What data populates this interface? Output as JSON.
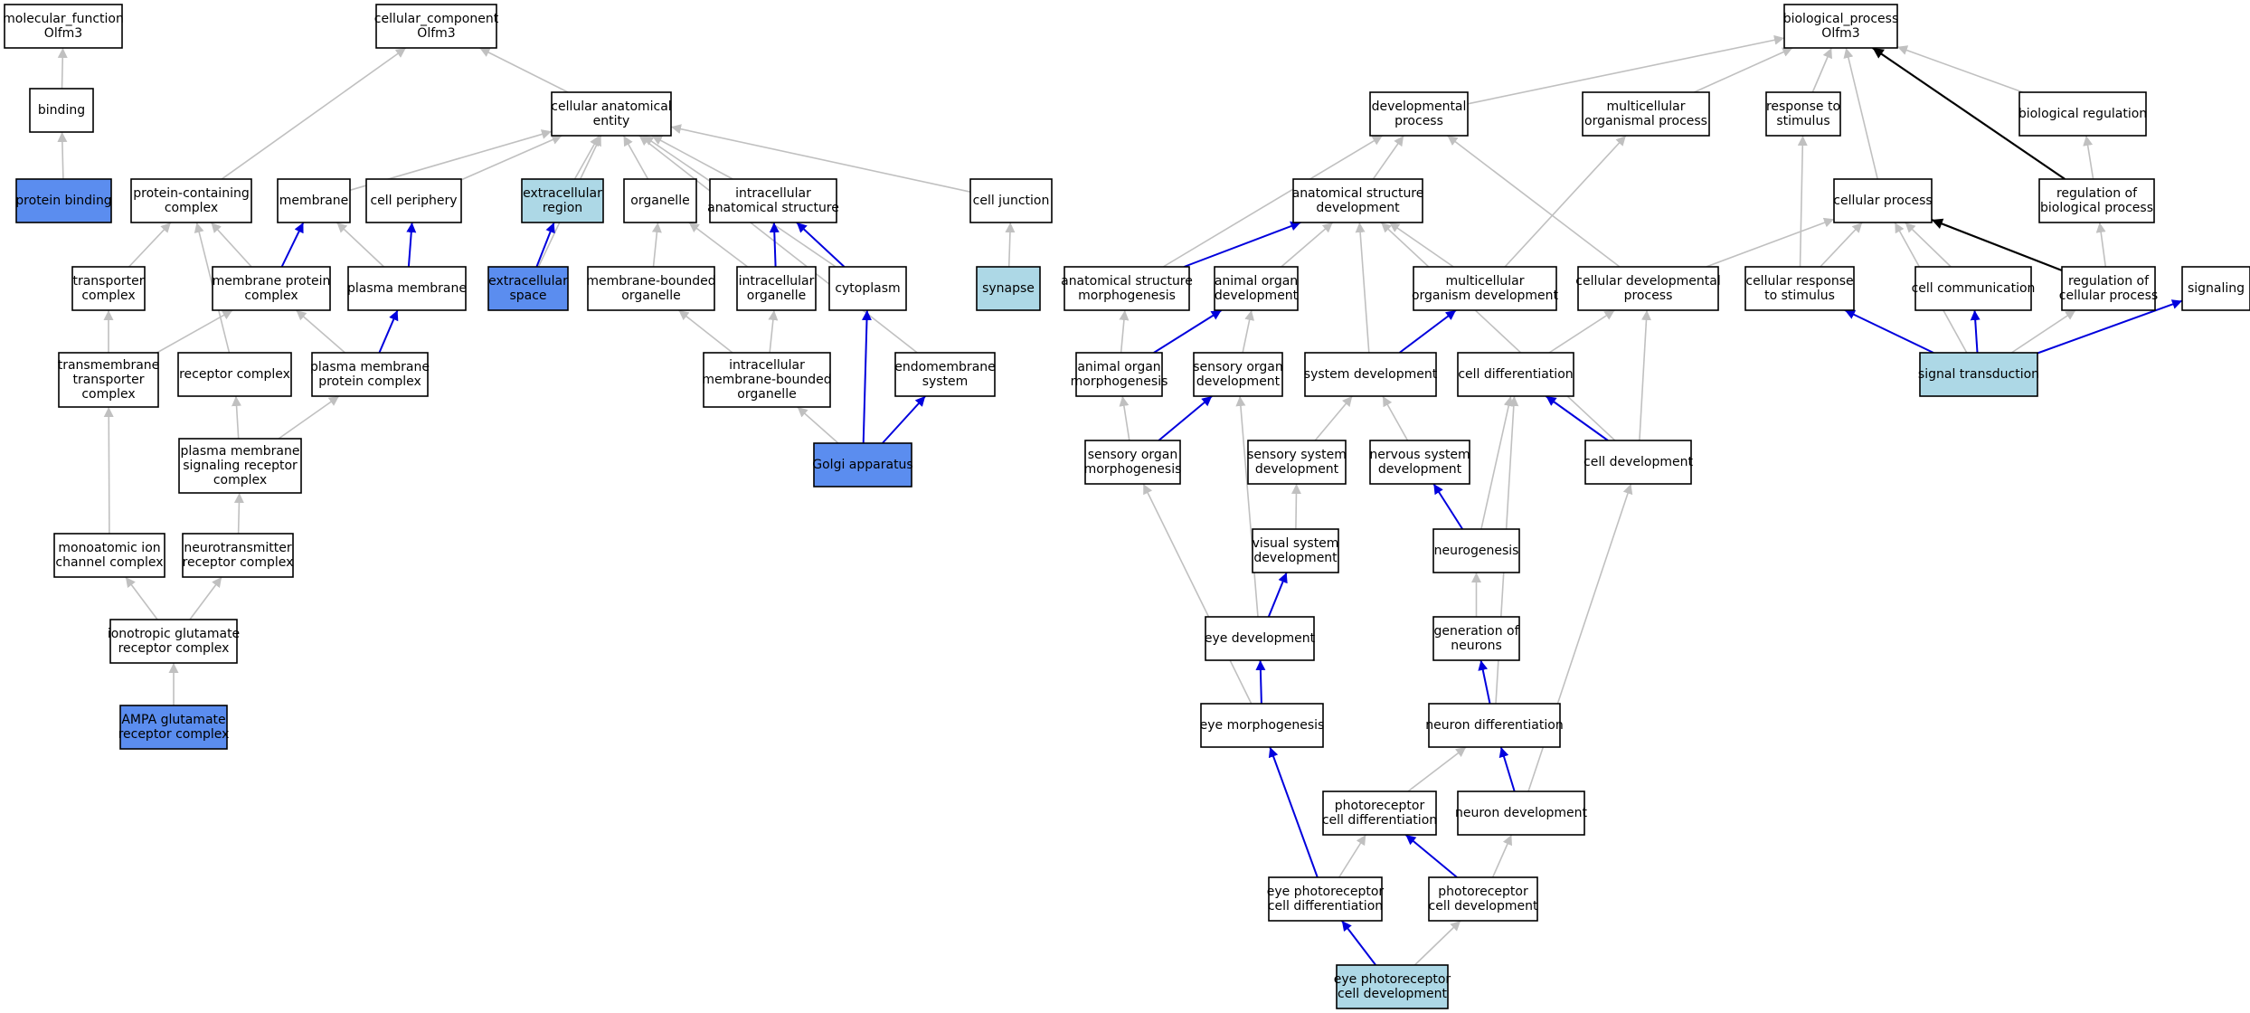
{
  "colors": {
    "plain": "#ffffff",
    "query": "#5b8def",
    "related": "#add8e6",
    "edge_gray": "#c0c0c0",
    "edge_blue": "#0000dd",
    "edge_black": "#000000"
  },
  "nodes": [
    {
      "id": "mf",
      "lines": [
        "molecular_function",
        "Olfm3"
      ],
      "fill": "plain"
    },
    {
      "id": "binding",
      "lines": [
        "binding"
      ],
      "fill": "plain"
    },
    {
      "id": "protein_binding",
      "lines": [
        "protein binding"
      ],
      "fill": "query"
    },
    {
      "id": "cc",
      "lines": [
        "cellular_component",
        "Olfm3"
      ],
      "fill": "plain"
    },
    {
      "id": "cae",
      "lines": [
        "cellular anatomical",
        "entity"
      ],
      "fill": "plain"
    },
    {
      "id": "pcc",
      "lines": [
        "protein-containing",
        "complex"
      ],
      "fill": "plain"
    },
    {
      "id": "membrane",
      "lines": [
        "membrane"
      ],
      "fill": "plain"
    },
    {
      "id": "cell_periphery",
      "lines": [
        "cell periphery"
      ],
      "fill": "plain"
    },
    {
      "id": "extracellular_region",
      "lines": [
        "extracellular",
        "region"
      ],
      "fill": "related"
    },
    {
      "id": "organelle",
      "lines": [
        "organelle"
      ],
      "fill": "plain"
    },
    {
      "id": "ias",
      "lines": [
        "intracellular",
        "anatomical structure"
      ],
      "fill": "plain"
    },
    {
      "id": "cell_junction",
      "lines": [
        "cell junction"
      ],
      "fill": "plain"
    },
    {
      "id": "transporter_complex",
      "lines": [
        "transporter",
        "complex"
      ],
      "fill": "plain"
    },
    {
      "id": "mpc",
      "lines": [
        "membrane protein",
        "complex"
      ],
      "fill": "plain"
    },
    {
      "id": "plasma_membrane",
      "lines": [
        "plasma membrane"
      ],
      "fill": "plain"
    },
    {
      "id": "extracellular_space",
      "lines": [
        "extracellular",
        "space"
      ],
      "fill": "query"
    },
    {
      "id": "mbo",
      "lines": [
        "membrane-bounded",
        "organelle"
      ],
      "fill": "plain"
    },
    {
      "id": "io",
      "lines": [
        "intracellular",
        "organelle"
      ],
      "fill": "plain"
    },
    {
      "id": "cytoplasm",
      "lines": [
        "cytoplasm"
      ],
      "fill": "plain"
    },
    {
      "id": "synapse",
      "lines": [
        "synapse"
      ],
      "fill": "related"
    },
    {
      "id": "ttc",
      "lines": [
        "transmembrane",
        "transporter",
        "complex"
      ],
      "fill": "plain"
    },
    {
      "id": "receptor_complex",
      "lines": [
        "receptor complex"
      ],
      "fill": "plain"
    },
    {
      "id": "pmpc",
      "lines": [
        "plasma membrane",
        "protein complex"
      ],
      "fill": "plain"
    },
    {
      "id": "imbo",
      "lines": [
        "intracellular",
        "membrane-bounded",
        "organelle"
      ],
      "fill": "plain"
    },
    {
      "id": "endomembrane",
      "lines": [
        "endomembrane",
        "system"
      ],
      "fill": "plain"
    },
    {
      "id": "pmsrc",
      "lines": [
        "plasma membrane",
        "signaling receptor",
        "complex"
      ],
      "fill": "plain"
    },
    {
      "id": "golgi",
      "lines": [
        "Golgi apparatus"
      ],
      "fill": "query"
    },
    {
      "id": "micc",
      "lines": [
        "monoatomic ion",
        "channel complex"
      ],
      "fill": "plain"
    },
    {
      "id": "nrc",
      "lines": [
        "neurotransmitter",
        "receptor complex"
      ],
      "fill": "plain"
    },
    {
      "id": "igrc",
      "lines": [
        "ionotropic glutamate",
        "receptor complex"
      ],
      "fill": "plain"
    },
    {
      "id": "ampa",
      "lines": [
        "AMPA glutamate",
        "receptor complex"
      ],
      "fill": "query"
    },
    {
      "id": "bp",
      "lines": [
        "biological_process",
        "Olfm3"
      ],
      "fill": "plain"
    },
    {
      "id": "dev_process",
      "lines": [
        "developmental",
        "process"
      ],
      "fill": "plain"
    },
    {
      "id": "mop",
      "lines": [
        "multicellular",
        "organismal process"
      ],
      "fill": "plain"
    },
    {
      "id": "rts",
      "lines": [
        "response to",
        "stimulus"
      ],
      "fill": "plain"
    },
    {
      "id": "bio_reg",
      "lines": [
        "biological regulation"
      ],
      "fill": "plain"
    },
    {
      "id": "asd",
      "lines": [
        "anatomical structure",
        "development"
      ],
      "fill": "plain"
    },
    {
      "id": "cell_process",
      "lines": [
        "cellular process"
      ],
      "fill": "plain"
    },
    {
      "id": "rbp",
      "lines": [
        "regulation of",
        "biological process"
      ],
      "fill": "plain"
    },
    {
      "id": "asm",
      "lines": [
        "anatomical structure",
        "morphogenesis"
      ],
      "fill": "plain"
    },
    {
      "id": "aod",
      "lines": [
        "animal organ",
        "development"
      ],
      "fill": "plain"
    },
    {
      "id": "mod",
      "lines": [
        "multicellular",
        "organism development"
      ],
      "fill": "plain"
    },
    {
      "id": "cdp",
      "lines": [
        "cellular developmental",
        "process"
      ],
      "fill": "plain"
    },
    {
      "id": "crs",
      "lines": [
        "cellular response",
        "to stimulus"
      ],
      "fill": "plain"
    },
    {
      "id": "cell_comm",
      "lines": [
        "cell communication"
      ],
      "fill": "plain"
    },
    {
      "id": "rcp",
      "lines": [
        "regulation of",
        "cellular process"
      ],
      "fill": "plain"
    },
    {
      "id": "signaling",
      "lines": [
        "signaling"
      ],
      "fill": "plain"
    },
    {
      "id": "aom",
      "lines": [
        "animal organ",
        "morphogenesis"
      ],
      "fill": "plain"
    },
    {
      "id": "sod",
      "lines": [
        "sensory organ",
        "development"
      ],
      "fill": "plain"
    },
    {
      "id": "sys_dev",
      "lines": [
        "system development"
      ],
      "fill": "plain"
    },
    {
      "id": "cell_diff",
      "lines": [
        "cell differentiation"
      ],
      "fill": "plain"
    },
    {
      "id": "sig_trans",
      "lines": [
        "signal transduction"
      ],
      "fill": "related"
    },
    {
      "id": "som",
      "lines": [
        "sensory organ",
        "morphogenesis"
      ],
      "fill": "plain"
    },
    {
      "id": "ssd",
      "lines": [
        "sensory system",
        "development"
      ],
      "fill": "plain"
    },
    {
      "id": "nsd",
      "lines": [
        "nervous system",
        "development"
      ],
      "fill": "plain"
    },
    {
      "id": "cell_dev",
      "lines": [
        "cell development"
      ],
      "fill": "plain"
    },
    {
      "id": "vsd",
      "lines": [
        "visual system",
        "development"
      ],
      "fill": "plain"
    },
    {
      "id": "neurogenesis",
      "lines": [
        "neurogenesis"
      ],
      "fill": "plain"
    },
    {
      "id": "eye_dev",
      "lines": [
        "eye development"
      ],
      "fill": "plain"
    },
    {
      "id": "gen_neurons",
      "lines": [
        "generation of",
        "neurons"
      ],
      "fill": "plain"
    },
    {
      "id": "eye_morph",
      "lines": [
        "eye morphogenesis"
      ],
      "fill": "plain"
    },
    {
      "id": "neuron_diff",
      "lines": [
        "neuron differentiation"
      ],
      "fill": "plain"
    },
    {
      "id": "pcd",
      "lines": [
        "photoreceptor",
        "cell differentiation"
      ],
      "fill": "plain"
    },
    {
      "id": "neuron_dev",
      "lines": [
        "neuron development"
      ],
      "fill": "plain"
    },
    {
      "id": "epcd",
      "lines": [
        "eye photoreceptor",
        "cell differentiation"
      ],
      "fill": "plain"
    },
    {
      "id": "pcdev",
      "lines": [
        "photoreceptor",
        "cell development"
      ],
      "fill": "plain"
    },
    {
      "id": "epcdev",
      "lines": [
        "eye photoreceptor",
        "cell development"
      ],
      "fill": "related"
    }
  ],
  "edges": [
    {
      "from": "binding",
      "to": "mf",
      "style": "gray"
    },
    {
      "from": "protein_binding",
      "to": "binding",
      "style": "gray"
    },
    {
      "from": "cae",
      "to": "cc",
      "style": "gray"
    },
    {
      "from": "pcc",
      "to": "cc",
      "style": "gray"
    },
    {
      "from": "membrane",
      "to": "cae",
      "style": "gray"
    },
    {
      "from": "cell_periphery",
      "to": "cae",
      "style": "gray"
    },
    {
      "from": "extracellular_region",
      "to": "cae",
      "style": "gray"
    },
    {
      "from": "extracellular_space",
      "to": "cae",
      "style": "gray"
    },
    {
      "from": "organelle",
      "to": "cae",
      "style": "gray"
    },
    {
      "from": "ias",
      "to": "cae",
      "style": "gray"
    },
    {
      "from": "cytoplasm",
      "to": "cae",
      "style": "gray"
    },
    {
      "from": "endomembrane",
      "to": "cae",
      "style": "gray"
    },
    {
      "from": "cell_junction",
      "to": "cae",
      "style": "gray"
    },
    {
      "from": "transporter_complex",
      "to": "pcc",
      "style": "gray"
    },
    {
      "from": "mpc",
      "to": "pcc",
      "style": "gray"
    },
    {
      "from": "receptor_complex",
      "to": "pcc",
      "style": "gray"
    },
    {
      "from": "mpc",
      "to": "membrane",
      "style": "blue"
    },
    {
      "from": "plasma_membrane",
      "to": "membrane",
      "style": "gray"
    },
    {
      "from": "plasma_membrane",
      "to": "cell_periphery",
      "style": "blue"
    },
    {
      "from": "extracellular_space",
      "to": "extracellular_region",
      "style": "blue"
    },
    {
      "from": "mbo",
      "to": "organelle",
      "style": "gray"
    },
    {
      "from": "io",
      "to": "organelle",
      "style": "gray"
    },
    {
      "from": "io",
      "to": "ias",
      "style": "blue"
    },
    {
      "from": "cytoplasm",
      "to": "ias",
      "style": "blue"
    },
    {
      "from": "synapse",
      "to": "cell_junction",
      "style": "gray"
    },
    {
      "from": "ttc",
      "to": "transporter_complex",
      "style": "gray"
    },
    {
      "from": "ttc",
      "to": "mpc",
      "style": "gray"
    },
    {
      "from": "pmpc",
      "to": "mpc",
      "style": "gray"
    },
    {
      "from": "pmpc",
      "to": "plasma_membrane",
      "style": "blue"
    },
    {
      "from": "imbo",
      "to": "mbo",
      "style": "gray"
    },
    {
      "from": "imbo",
      "to": "io",
      "style": "gray"
    },
    {
      "from": "pmsrc",
      "to": "receptor_complex",
      "style": "gray"
    },
    {
      "from": "pmsrc",
      "to": "pmpc",
      "style": "gray"
    },
    {
      "from": "golgi",
      "to": "imbo",
      "style": "gray"
    },
    {
      "from": "golgi",
      "to": "cytoplasm",
      "style": "blue"
    },
    {
      "from": "golgi",
      "to": "endomembrane",
      "style": "blue"
    },
    {
      "from": "micc",
      "to": "ttc",
      "style": "gray"
    },
    {
      "from": "nrc",
      "to": "pmsrc",
      "style": "gray"
    },
    {
      "from": "igrc",
      "to": "micc",
      "style": "gray"
    },
    {
      "from": "igrc",
      "to": "nrc",
      "style": "gray"
    },
    {
      "from": "ampa",
      "to": "igrc",
      "style": "gray"
    },
    {
      "from": "dev_process",
      "to": "bp",
      "style": "gray"
    },
    {
      "from": "mop",
      "to": "bp",
      "style": "gray"
    },
    {
      "from": "rts",
      "to": "bp",
      "style": "gray"
    },
    {
      "from": "cell_process",
      "to": "bp",
      "style": "gray"
    },
    {
      "from": "bio_reg",
      "to": "bp",
      "style": "gray"
    },
    {
      "from": "rbp",
      "to": "bp",
      "style": "black"
    },
    {
      "from": "asd",
      "to": "dev_process",
      "style": "gray"
    },
    {
      "from": "asm",
      "to": "dev_process",
      "style": "gray"
    },
    {
      "from": "cdp",
      "to": "dev_process",
      "style": "gray"
    },
    {
      "from": "mod",
      "to": "mop",
      "style": "gray"
    },
    {
      "from": "crs",
      "to": "rts",
      "style": "gray"
    },
    {
      "from": "rbp",
      "to": "bio_reg",
      "style": "gray"
    },
    {
      "from": "asm",
      "to": "asd",
      "style": "blue"
    },
    {
      "from": "aod",
      "to": "asd",
      "style": "gray"
    },
    {
      "from": "mod",
      "to": "asd",
      "style": "gray"
    },
    {
      "from": "sys_dev",
      "to": "asd",
      "style": "gray"
    },
    {
      "from": "cell_dev",
      "to": "asd",
      "style": "gray"
    },
    {
      "from": "cdp",
      "to": "cell_process",
      "style": "gray"
    },
    {
      "from": "crs",
      "to": "cell_process",
      "style": "gray"
    },
    {
      "from": "cell_comm",
      "to": "cell_process",
      "style": "gray"
    },
    {
      "from": "rcp",
      "to": "cell_process",
      "style": "black"
    },
    {
      "from": "sig_trans",
      "to": "cell_process",
      "style": "gray"
    },
    {
      "from": "rcp",
      "to": "rbp",
      "style": "gray"
    },
    {
      "from": "aom",
      "to": "asm",
      "style": "gray"
    },
    {
      "from": "aom",
      "to": "aod",
      "style": "blue"
    },
    {
      "from": "sod",
      "to": "aod",
      "style": "gray"
    },
    {
      "from": "sys_dev",
      "to": "mod",
      "style": "blue"
    },
    {
      "from": "cell_diff",
      "to": "cdp",
      "style": "gray"
    },
    {
      "from": "cell_dev",
      "to": "cdp",
      "style": "gray"
    },
    {
      "from": "sig_trans",
      "to": "crs",
      "style": "blue"
    },
    {
      "from": "sig_trans",
      "to": "cell_comm",
      "style": "blue"
    },
    {
      "from": "sig_trans",
      "to": "rcp",
      "style": "gray"
    },
    {
      "from": "sig_trans",
      "to": "signaling",
      "style": "blue"
    },
    {
      "from": "som",
      "to": "aom",
      "style": "gray"
    },
    {
      "from": "som",
      "to": "sod",
      "style": "blue"
    },
    {
      "from": "eye_dev",
      "to": "sod",
      "style": "gray"
    },
    {
      "from": "ssd",
      "to": "sys_dev",
      "style": "gray"
    },
    {
      "from": "nsd",
      "to": "sys_dev",
      "style": "gray"
    },
    {
      "from": "cell_dev",
      "to": "cell_diff",
      "style": "blue"
    },
    {
      "from": "neurogenesis",
      "to": "cell_diff",
      "style": "gray"
    },
    {
      "from": "neuron_diff",
      "to": "cell_diff",
      "style": "gray"
    },
    {
      "from": "eye_morph",
      "to": "som",
      "style": "gray"
    },
    {
      "from": "vsd",
      "to": "ssd",
      "style": "gray"
    },
    {
      "from": "neurogenesis",
      "to": "nsd",
      "style": "blue"
    },
    {
      "from": "neuron_dev",
      "to": "cell_dev",
      "style": "gray"
    },
    {
      "from": "eye_dev",
      "to": "vsd",
      "style": "blue"
    },
    {
      "from": "gen_neurons",
      "to": "neurogenesis",
      "style": "gray"
    },
    {
      "from": "eye_morph",
      "to": "eye_dev",
      "style": "blue"
    },
    {
      "from": "neuron_diff",
      "to": "gen_neurons",
      "style": "blue"
    },
    {
      "from": "epcd",
      "to": "eye_morph",
      "style": "blue"
    },
    {
      "from": "pcd",
      "to": "neuron_diff",
      "style": "gray"
    },
    {
      "from": "neuron_dev",
      "to": "neuron_diff",
      "style": "blue"
    },
    {
      "from": "epcd",
      "to": "pcd",
      "style": "gray"
    },
    {
      "from": "pcdev",
      "to": "pcd",
      "style": "blue"
    },
    {
      "from": "pcdev",
      "to": "neuron_dev",
      "style": "gray"
    },
    {
      "from": "epcdev",
      "to": "epcd",
      "style": "blue"
    },
    {
      "from": "epcdev",
      "to": "pcdev",
      "style": "gray"
    }
  ]
}
